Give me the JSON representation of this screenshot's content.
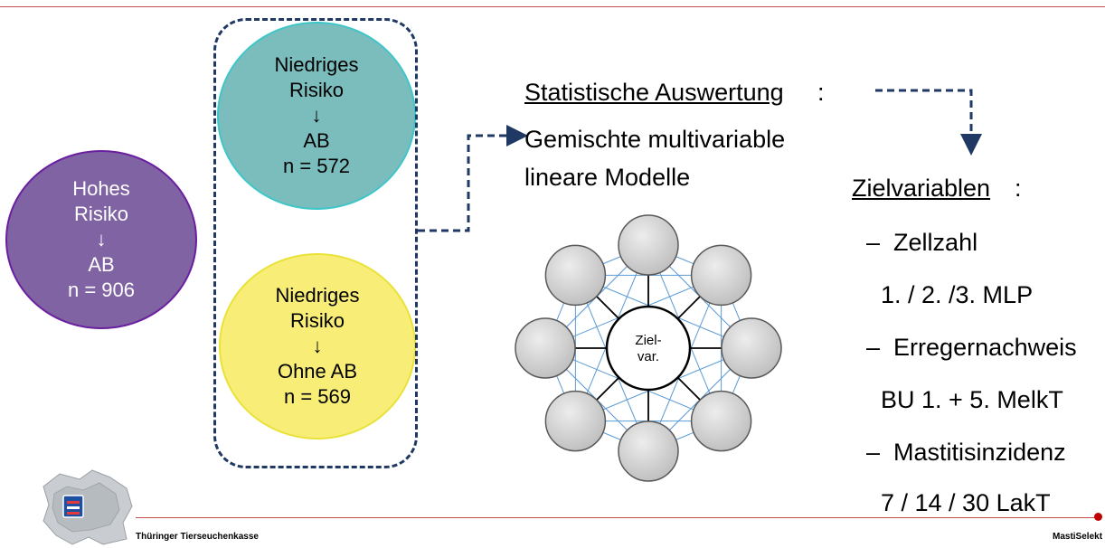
{
  "groups": {
    "high": {
      "line1": "Hohes",
      "line2": "Risiko",
      "arrow": "↓",
      "line3": "AB",
      "line4": "n = 906"
    },
    "low_ab": {
      "line1": "Niedriges",
      "line2": "Risiko",
      "arrow": "↓",
      "line3": "AB",
      "line4": "n = 572"
    },
    "low_no_ab": {
      "line1": "Niedriges",
      "line2": "Risiko",
      "arrow": "↓",
      "line3": "Ohne AB",
      "line4": "n = 569"
    }
  },
  "analysis": {
    "title": "Statistische Auswertung",
    "title_suffix": ":",
    "model_line1": "Gemischte multivariable",
    "model_line2": "lineare Modelle"
  },
  "targets": {
    "title": "Zielvariablen",
    "title_suffix": ":",
    "items": [
      {
        "dash": "–",
        "name": "Zellzahl",
        "detail": "1. / 2. /3. MLP"
      },
      {
        "dash": "–",
        "name": "Erregernachweis",
        "detail": "BU 1. + 5. MelkT"
      },
      {
        "dash": "–",
        "name": "Mastitisinzidenz",
        "detail": "7 / 14 / 30 LakT"
      }
    ]
  },
  "network": {
    "center_line1": "Ziel-",
    "center_line2": "var."
  },
  "footer": {
    "org": "Thüringer Tierseuchenkasse",
    "project": "MastiSelekt"
  },
  "colors": {
    "accent_line": "#c0504d",
    "dash_navy": "#1f3864",
    "high_fill": "#8063a2",
    "low_ab_fill": "#7bbcbd",
    "low_no_ab_fill": "#f8ee77",
    "network_line": "#5b9bd5"
  }
}
